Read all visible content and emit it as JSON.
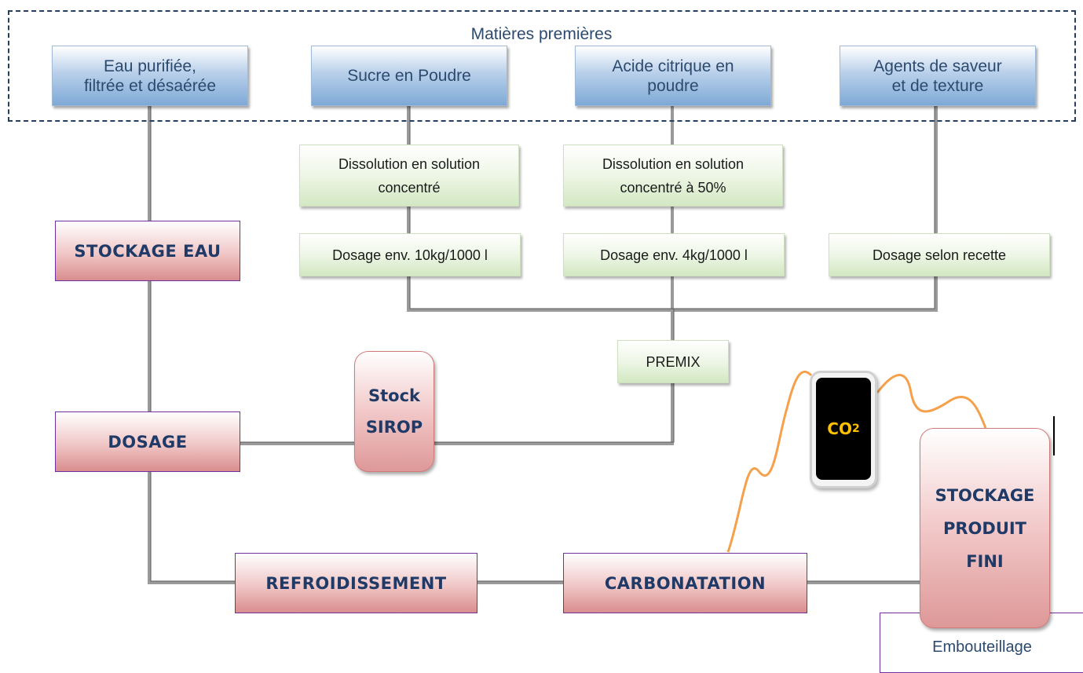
{
  "frame": {
    "title": "Matières premières"
  },
  "raw_materials": [
    {
      "label": "Eau purifiée,\nfiltrée et désaérée"
    },
    {
      "label": "Sucre en Poudre"
    },
    {
      "label": "Acide citrique en\npoudre"
    },
    {
      "label": "Agents de saveur\net de texture"
    }
  ],
  "dissolution": [
    {
      "label": "Dissolution en solution\nconcentré"
    },
    {
      "label": "Dissolution en solution\nconcentré à 50%"
    }
  ],
  "dosing_steps": [
    {
      "label": "Dosage env. 10kg/1000 l"
    },
    {
      "label": "Dosage env. 4kg/1000 l"
    },
    {
      "label": "Dosage selon recette"
    }
  ],
  "premix": "PREMIX",
  "process": {
    "stockage_eau": "STOCKAGE EAU",
    "dosage": "DOSAGE",
    "stock_sirop": "Stock\nSIROP",
    "refroidissement": "REFROIDISSEMENT",
    "carbonatation": "CARBONATATION",
    "stockage_produit": "STOCKAGE\nPRODUIT\nFINI"
  },
  "co2": {
    "main": "CO",
    "sub": "2"
  },
  "embouteillage": "Embouteillage",
  "colors": {
    "frame": "#243f60",
    "text_blue": "#2c4a6e",
    "process_border": "#7030a0",
    "co2_hose": "#f5a04a",
    "co2_text": "#ffc000"
  }
}
